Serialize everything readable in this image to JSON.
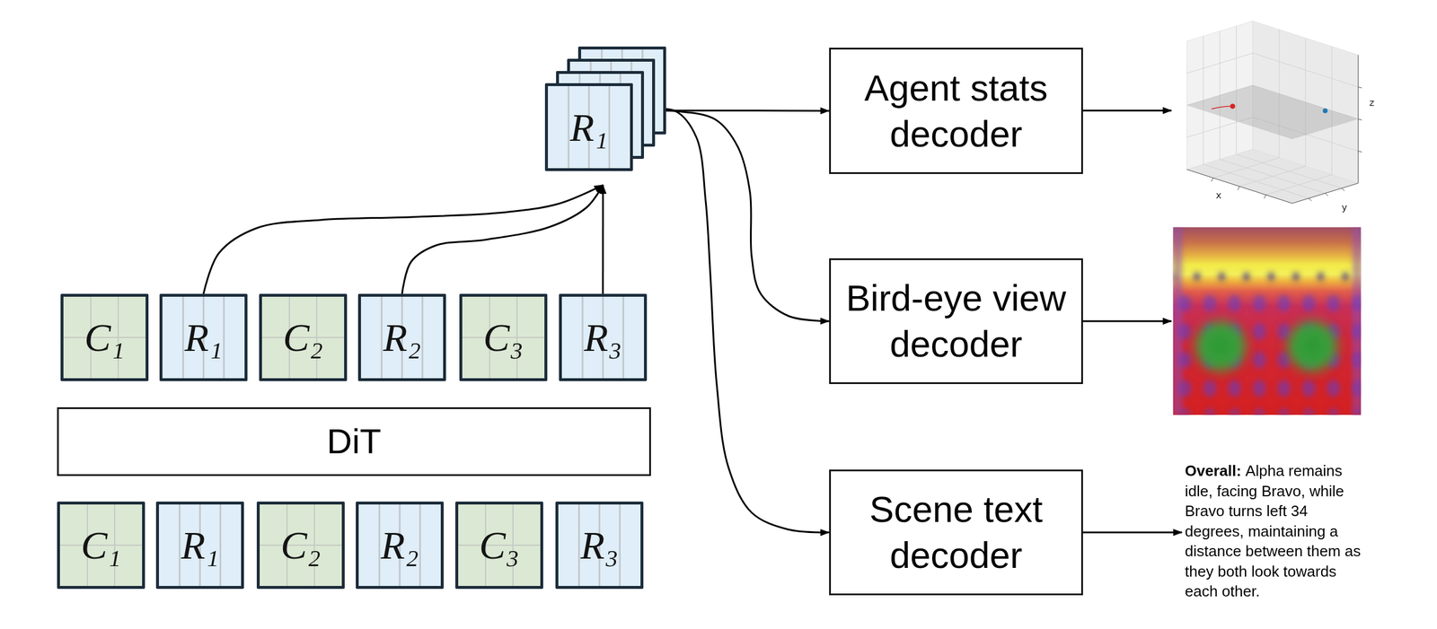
{
  "diagram": {
    "nodes": [
      {
        "text": [
          "R₁"
        ]
      },
      {
        "text": [
          "Agent stats decoder"
        ]
      },
      {
        "text": [
          "Bird-eye view decoder"
        ]
      },
      {
        "text": [
          "Scene text decoder"
        ]
      },
      {
        "text": [
          "C₁"
        ]
      },
      {
        "text": [
          "R₁"
        ]
      },
      {
        "text": [
          "C₂"
        ]
      },
      {
        "text": [
          "R₂"
        ]
      },
      {
        "text": [
          "C₃"
        ]
      },
      {
        "text": [
          "R₃"
        ]
      },
      {
        "text": [
          "DiT"
        ]
      },
      {
        "text": [
          "C₁"
        ]
      },
      {
        "text": [
          "R₁"
        ]
      },
      {
        "text": [
          "C₂"
        ]
      },
      {
        "text": [
          "R₂"
        ]
      },
      {
        "text": [
          "C₃"
        ]
      },
      {
        "text": [
          "R₃"
        ]
      }
    ],
    "edges": [
      {
        "from": 5,
        "to": 0,
        "arrow": "to"
      },
      {
        "from": 7,
        "to": 0,
        "arrow": "to"
      },
      {
        "from": 9,
        "to": 0,
        "arrow": "to"
      },
      {
        "from": 0,
        "to": 1,
        "arrow": "to"
      },
      {
        "from": 0,
        "to": 2,
        "arrow": "to"
      },
      {
        "from": 0,
        "to": 3,
        "arrow": "to"
      }
    ],
    "labels": [
      "z",
      "x",
      "y",
      "Overall:",
      "Alpha remains idle, facing Bravo, while Bravo turns left 34 degrees, maintaining a distance between them as they both look towards each other."
    ]
  }
}
